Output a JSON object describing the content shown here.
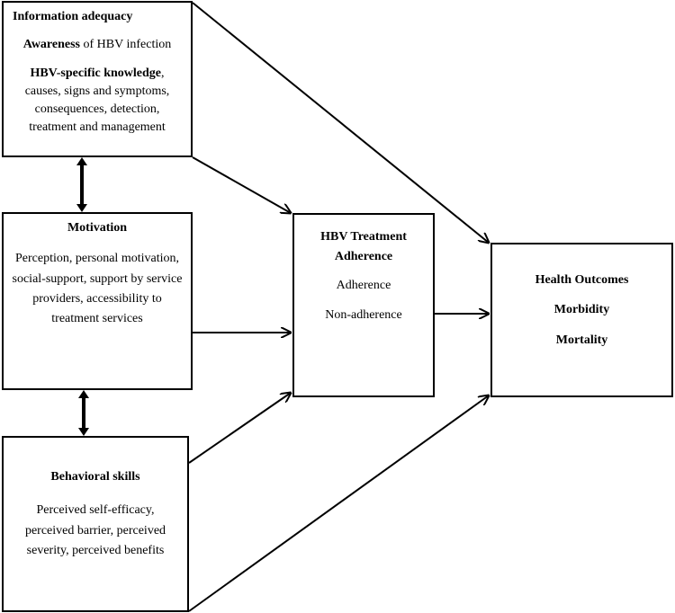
{
  "info_box": {
    "title": "Information adequacy",
    "awareness_bold": "Awareness",
    "awareness_rest": " of HBV infection",
    "knowledge_bold": "HBV-specific knowledge",
    "knowledge_rest": ", causes, signs and symptoms, consequences, detection, treatment and management"
  },
  "motivation_box": {
    "title": "Motivation",
    "body": "Perception, personal motivation, social-support, support by service providers, accessibility to treatment services"
  },
  "behavioral_box": {
    "title": "Behavioral skills",
    "body": "Perceived self-efficacy, perceived barrier, perceived severity, perceived benefits"
  },
  "adherence_box": {
    "title": "HBV Treatment Adherence",
    "item1": "Adherence",
    "item2": "Non-adherence"
  },
  "health_box": {
    "item1": "Health Outcomes",
    "item2": "Morbidity",
    "item3": "Mortality"
  }
}
